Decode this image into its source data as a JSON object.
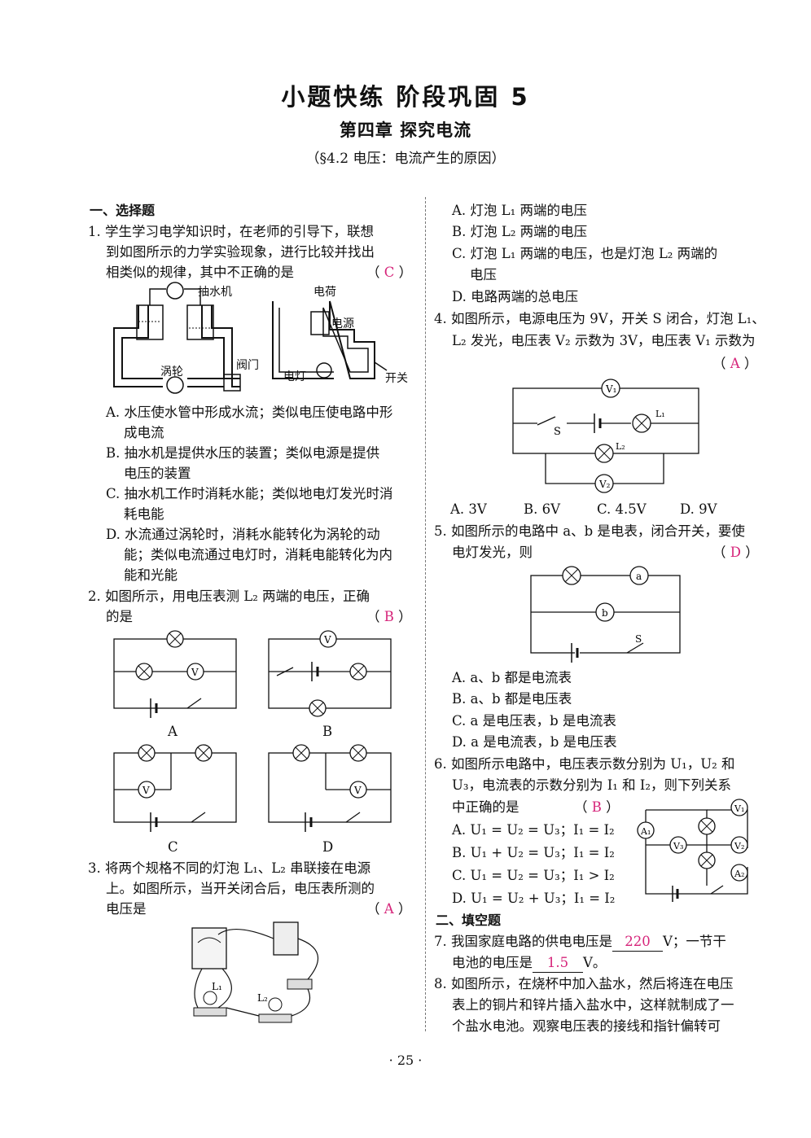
{
  "header": {
    "title": "小题快练 阶段巩固 5",
    "chapter": "第四章 探究电流",
    "section": "（§4.2 电压：电流产生的原因）"
  },
  "left": {
    "heading1": "一、选择题",
    "q1": {
      "lines": [
        "1. 学生学习电学知识时，在老师的引导下，联想",
        "到如图所示的力学实验现象，进行比较并找出",
        "相类似的规律，其中不正确的是"
      ],
      "answer": "C",
      "fig_labels": {
        "pump": "抽水机",
        "charge": "电荷",
        "source": "电源",
        "turbine": "涡轮",
        "valve": "阀门",
        "lamp": "电灯",
        "switch": "开关"
      },
      "options": [
        [
          "A. 水压使水管中形成水流；类似电压使电路中形",
          "成电流"
        ],
        [
          "B. 抽水机是提供水压的装置；类似电源是提供",
          "电压的装置"
        ],
        [
          "C. 抽水机工作时消耗水能；类似地电灯发光时消",
          "耗电能"
        ],
        [
          "D. 水流通过涡轮时，消耗水能转化为涡轮的动",
          "能；类似电流通过电灯时，消耗电能转化为内",
          "能和光能"
        ]
      ]
    },
    "q2": {
      "lines": [
        "2. 如图所示，用电压表测 L₂ 两端的电压，正确",
        "的是"
      ],
      "answer": "B",
      "fig_letters": [
        "A",
        "B",
        "C",
        "D"
      ]
    },
    "q3": {
      "lines": [
        "3. 将两个规格不同的灯泡 L₁、L₂ 串联接在电源",
        "上。如图所示，当开关闭合后，电压表所测的",
        "电压是"
      ],
      "answer": "A"
    }
  },
  "right": {
    "q3_options": [
      "A. 灯泡 L₁ 两端的电压",
      "B. 灯泡 L₂ 两端的电压",
      "C. 灯泡 L₁ 两端的电压，也是灯泡 L₂ 两端的",
      "电压",
      "D. 电路两端的总电压"
    ],
    "q4": {
      "lines": [
        "4. 如图所示，电源电压为 9V，开关 S 闭合，灯泡 L₁、",
        "L₂ 发光，电压表 V₂ 示数为 3V，电压表 V₁ 示数为"
      ],
      "answer": "A",
      "options": [
        "A. 3V",
        "B. 6V",
        "C. 4.5V",
        "D. 9V"
      ]
    },
    "q5": {
      "lines": [
        "5. 如图所示的电路中 a、b 是电表，闭合开关，要使",
        "电灯发光，则"
      ],
      "answer": "D",
      "options": [
        "A. a、b 都是电流表",
        "B. a、b 都是电压表",
        "C. a 是电压表，b 是电流表",
        "D. a 是电流表，b 是电压表"
      ]
    },
    "q6": {
      "lines": [
        "6. 如图所示电路中，电压表示数分别为 U₁，U₂ 和",
        "U₃，电流表的示数分别为 I₁ 和 I₂，则下列关系",
        "中正确的是"
      ],
      "answer": "B",
      "options": [
        "A. U₁ = U₂ = U₃；I₁ = I₂",
        "B. U₁ + U₂ = U₃；I₁ = I₂",
        "C. U₁ = U₂ = U₃；I₁ > I₂",
        "D. U₁ = U₂ + U₃；I₁ = I₂"
      ]
    },
    "heading2": "二、填空题",
    "q7": {
      "pre": "7. 我国家庭电路的供电电压是",
      "blank1": "220",
      "mid": "V；一节干",
      "pre2": "电池的电压是",
      "blank2": "1.5",
      "post": "V。"
    },
    "q8": {
      "lines": [
        "8. 如图所示，在烧杯中加入盐水，然后将连在电压",
        "表上的铜片和锌片插入盐水中，这样就制成了一",
        "个盐水电池。观察电压表的接线和指针偏转可"
      ]
    }
  },
  "page_number": "· 25 ·"
}
